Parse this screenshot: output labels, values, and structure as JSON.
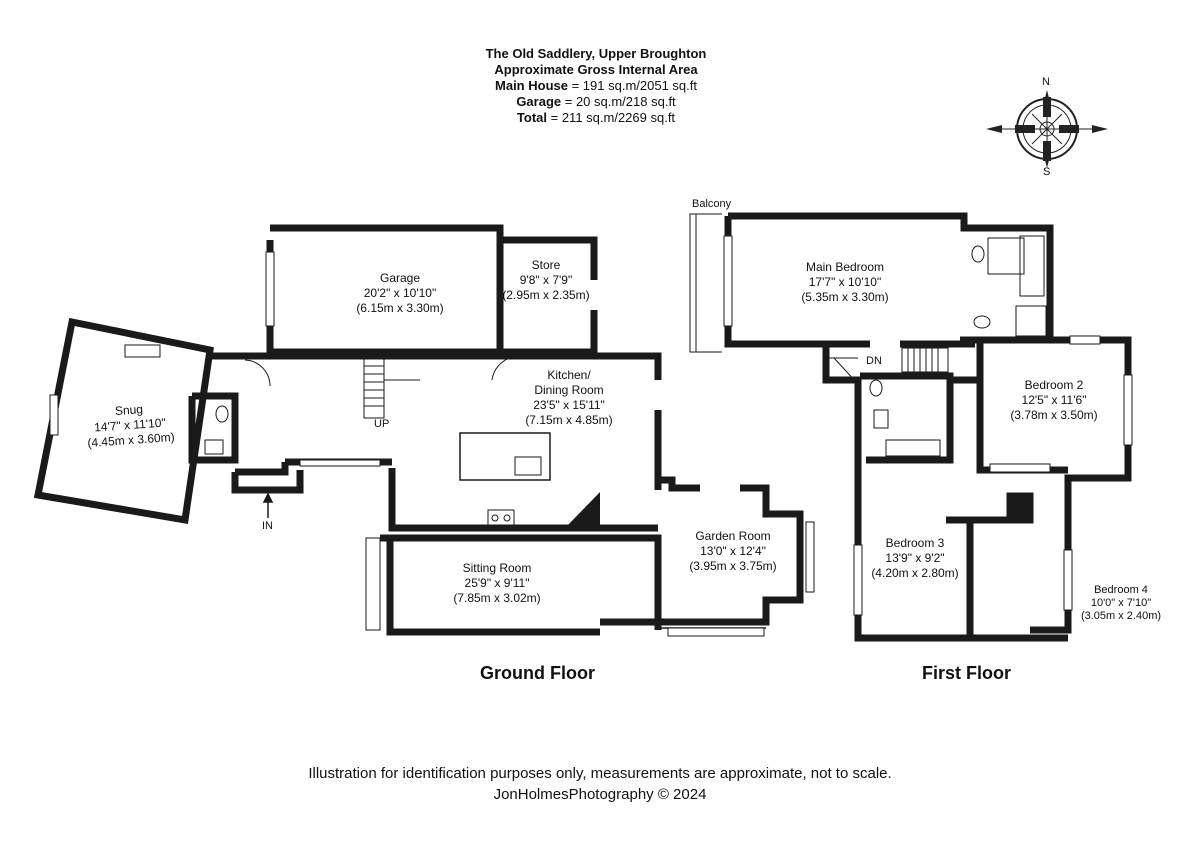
{
  "header": {
    "title": "The Old Saddlery, Upper Broughton",
    "subtitle": "Approximate Gross Internal Area",
    "main_house_label": "Main House",
    "main_house_value": " = 191 sq.m/2051 sq.ft",
    "garage_label": "Garage",
    "garage_value": " = 20 sq.m/218 sq.ft",
    "total_label": "Total",
    "total_value": " = 211 sq.m/2269 sq.ft"
  },
  "compass": {
    "north": "N",
    "south": "S",
    "icon": "compass-rose-icon"
  },
  "ground_floor": {
    "title": "Ground Floor",
    "rooms": [
      {
        "name": "Garage",
        "imperial": "20'2\" x 10'10\"",
        "metric": "(6.15m x 3.30m)"
      },
      {
        "name": "Store",
        "imperial": "9'8\" x 7'9\"",
        "metric": "(2.95m x 2.35m)"
      },
      {
        "name": "Snug",
        "imperial": "14'7\" x 11'10\"",
        "metric": "(4.45m x 3.60m)"
      },
      {
        "name": "Kitchen/",
        "name2": "Dining Room",
        "imperial": "23'5\" x 15'11\"",
        "metric": "(7.15m x 4.85m)"
      },
      {
        "name": "Sitting Room",
        "imperial": "25'9\" x 9'11\"",
        "metric": "(7.85m x 3.02m)"
      },
      {
        "name": "Garden Room",
        "imperial": "13'0\" x 12'4\"",
        "metric": "(3.95m x 3.75m)"
      }
    ],
    "up_label": "UP",
    "in_label": "IN"
  },
  "first_floor": {
    "title": "First Floor",
    "balcony": "Balcony",
    "dn_label": "DN",
    "rooms": [
      {
        "name": "Main Bedroom",
        "imperial": "17'7\" x 10'10\"",
        "metric": "(5.35m x 3.30m)"
      },
      {
        "name": "Bedroom 2",
        "imperial": "12'5\" x 11'6\"",
        "metric": "(3.78m x 3.50m)"
      },
      {
        "name": "Bedroom 3",
        "imperial": "13'9\" x 9'2\"",
        "metric": "(4.20m x 2.80m)"
      },
      {
        "name": "Bedroom 4",
        "imperial": "10'0\" x 7'10\"",
        "metric": "(3.05m x 2.40m)"
      }
    ]
  },
  "footer": {
    "disclaimer": "Illustration for identification purposes only, measurements are approximate, not to scale.",
    "credit": "JonHolmesPhotography © 2024"
  }
}
